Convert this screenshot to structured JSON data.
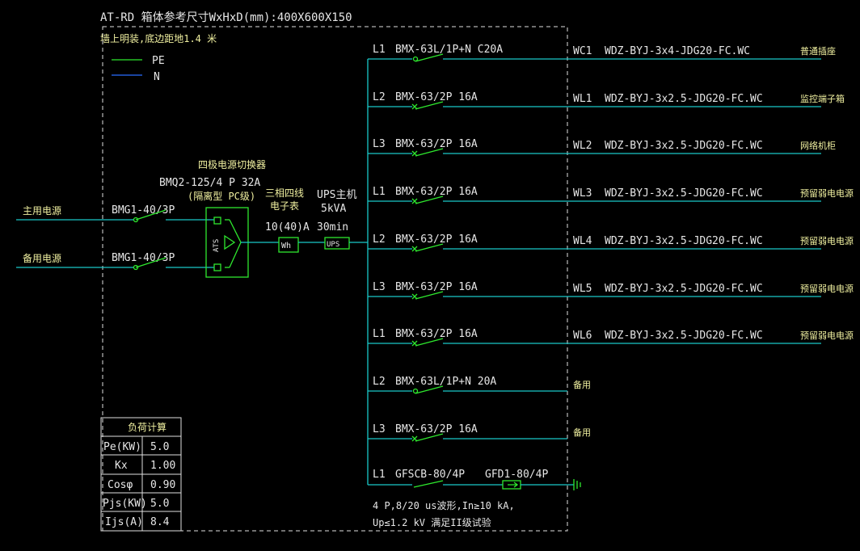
{
  "header": {
    "box_label": "AT-RD  箱体参考尺寸WxHxD(mm):400X600X150",
    "mount_note": "墙上明装,底边距地1.4 米"
  },
  "legend": [
    {
      "label": "PE"
    },
    {
      "label": "N"
    }
  ],
  "inputs": [
    {
      "source": "主用电源",
      "breaker": "BMG1-40/3P"
    },
    {
      "source": "备用电源",
      "breaker": "BMG1-40/3P"
    }
  ],
  "ats": {
    "line1": "四极电源切换器",
    "line2": "BMQ2-125/4 P 32A",
    "line3": "(隔离型  PC级)",
    "symbol": "ATS"
  },
  "meter": {
    "line1": "三相四线",
    "line2": "电子表",
    "line3": "10(40)A",
    "symbol": "Wh"
  },
  "ups": {
    "line1": "UPS主机",
    "line2": "5kVA",
    "line3": "30min",
    "symbol": "UPS"
  },
  "circuits": [
    {
      "phase": "L1",
      "breaker": "BMX-63L/1P+N  C20A",
      "id": "WC1",
      "cable": "WDZ-BYJ-3x4-JDG20-FC.WC",
      "load": "普通插座",
      "rcd": true
    },
    {
      "phase": "L2",
      "breaker": "BMX-63/2P 16A",
      "id": "WL1",
      "cable": "WDZ-BYJ-3x2.5-JDG20-FC.WC",
      "load": "监控端子箱",
      "rcd": false
    },
    {
      "phase": "L3",
      "breaker": "BMX-63/2P 16A",
      "id": "WL2",
      "cable": "WDZ-BYJ-3x2.5-JDG20-FC.WC",
      "load": "网络机柜",
      "rcd": false
    },
    {
      "phase": "L1",
      "breaker": "BMX-63/2P 16A",
      "id": "WL3",
      "cable": "WDZ-BYJ-3x2.5-JDG20-FC.WC",
      "load": "预留弱电电源",
      "rcd": false
    },
    {
      "phase": "L2",
      "breaker": "BMX-63/2P 16A",
      "id": "WL4",
      "cable": "WDZ-BYJ-3x2.5-JDG20-FC.WC",
      "load": "预留弱电电源",
      "rcd": false
    },
    {
      "phase": "L3",
      "breaker": "BMX-63/2P 16A",
      "id": "WL5",
      "cable": "WDZ-BYJ-3x2.5-JDG20-FC.WC",
      "load": "预留弱电电源",
      "rcd": false
    },
    {
      "phase": "L1",
      "breaker": "BMX-63/2P 16A",
      "id": "WL6",
      "cable": "WDZ-BYJ-3x2.5-JDG20-FC.WC",
      "load": "预留弱电电源",
      "rcd": false
    },
    {
      "phase": "L2",
      "breaker": "BMX-63L/1P+N  20A",
      "id": "",
      "cable": "",
      "load": "备用",
      "rcd": true
    },
    {
      "phase": "L3",
      "breaker": "BMX-63/2P 16A",
      "id": "",
      "cable": "",
      "load": "备用",
      "rcd": false
    }
  ],
  "spd": {
    "phase": "L1",
    "breaker": "GFSCB-80/4P",
    "device": "GFD1-80/4P",
    "note1": "4 P,8/20 us波形,In≥10 kA,",
    "note2": "Up≤1.2 kV   满足II级试验"
  },
  "load_calc": {
    "title": "负荷计算",
    "rows": [
      {
        "k": "Pe(KW)",
        "v": "5.0"
      },
      {
        "k": "Kx",
        "v": "1.00"
      },
      {
        "k": "Cosφ",
        "v": "0.90"
      },
      {
        "k": "Pjs(KW)",
        "v": "5.0"
      },
      {
        "k": "Ijs(A)",
        "v": "8.4"
      }
    ]
  }
}
